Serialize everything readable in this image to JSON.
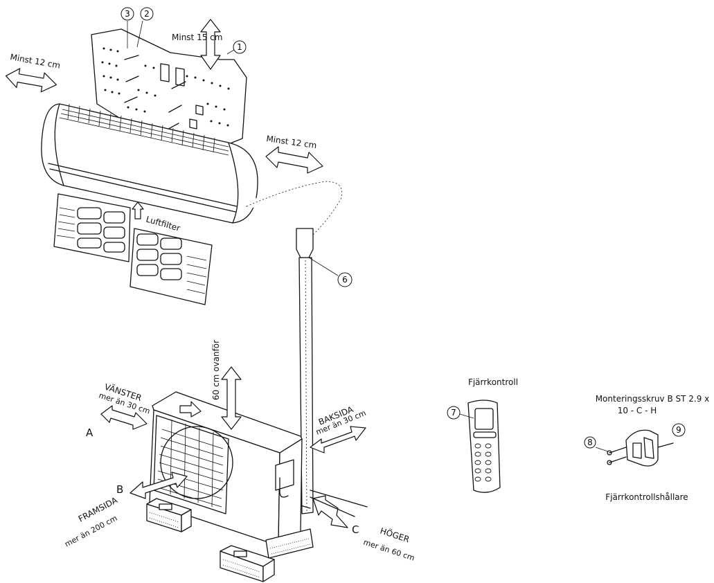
{
  "indoor_unit": {
    "clearance_top": "Minst 15 cm",
    "clearance_left": "Minst 12 cm",
    "clearance_right": "Minst 12 cm",
    "air_filter_label": "Luftfilter"
  },
  "callouts": [
    "1",
    "2",
    "3",
    "6",
    "7",
    "8",
    "9"
  ],
  "outdoor_unit": {
    "above_label": "60 cm ovanför",
    "left": {
      "letter": "A",
      "title": "VÄNSTER",
      "distance": "mer än 30 cm"
    },
    "front": {
      "letter": "B",
      "title": "FRAMSIDA",
      "distance": "mer än 200 cm"
    },
    "back": {
      "title": "BAKSIDA",
      "distance": "mer än 30 cm"
    },
    "right": {
      "letter": "C",
      "title": "HÖGER",
      "distance": "mer än 60 cm"
    }
  },
  "remote": {
    "title": "Fjärrkontroll"
  },
  "holder": {
    "screw_label_line1": "Monteringsskruv B ST 2.9 x",
    "screw_label_line2": "10 - C - H",
    "caption": "Fjärrkontrollshållare"
  }
}
